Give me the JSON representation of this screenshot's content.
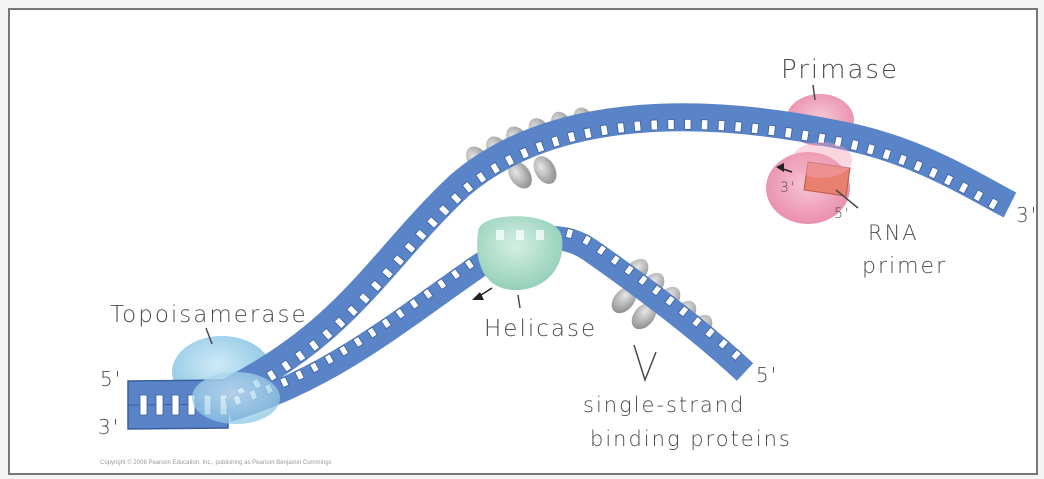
{
  "labels": {
    "primase": "Primase",
    "topoisomerase": "Topoisamerase",
    "helicase": "Helicase",
    "rna_primer_line1": "RNA",
    "rna_primer_line2": "primer",
    "ssb_line1": "single-strand",
    "ssb_line2": "binding proteins",
    "end_5_left": "5'",
    "end_3_left": "3'",
    "end_3_right": "3'",
    "end_5_lower": "5'",
    "primer_3": "3'",
    "primer_5": "5'"
  },
  "copyright": "Copyright © 2008 Pearson Education, Inc., publishing as Pearson Benjamin Cummings",
  "colors": {
    "dna_strand": "#5a84c8",
    "dna_outline": "#3a5ea0",
    "base_rungs": "#ffffff",
    "primase": "#f2a3bb",
    "helicase": "#a9d9c8",
    "topoisomerase": "#9fd0ea",
    "ssb": "#b0b0b0",
    "rna_primer": "#e8806f",
    "ink": "#4a4a4a"
  }
}
